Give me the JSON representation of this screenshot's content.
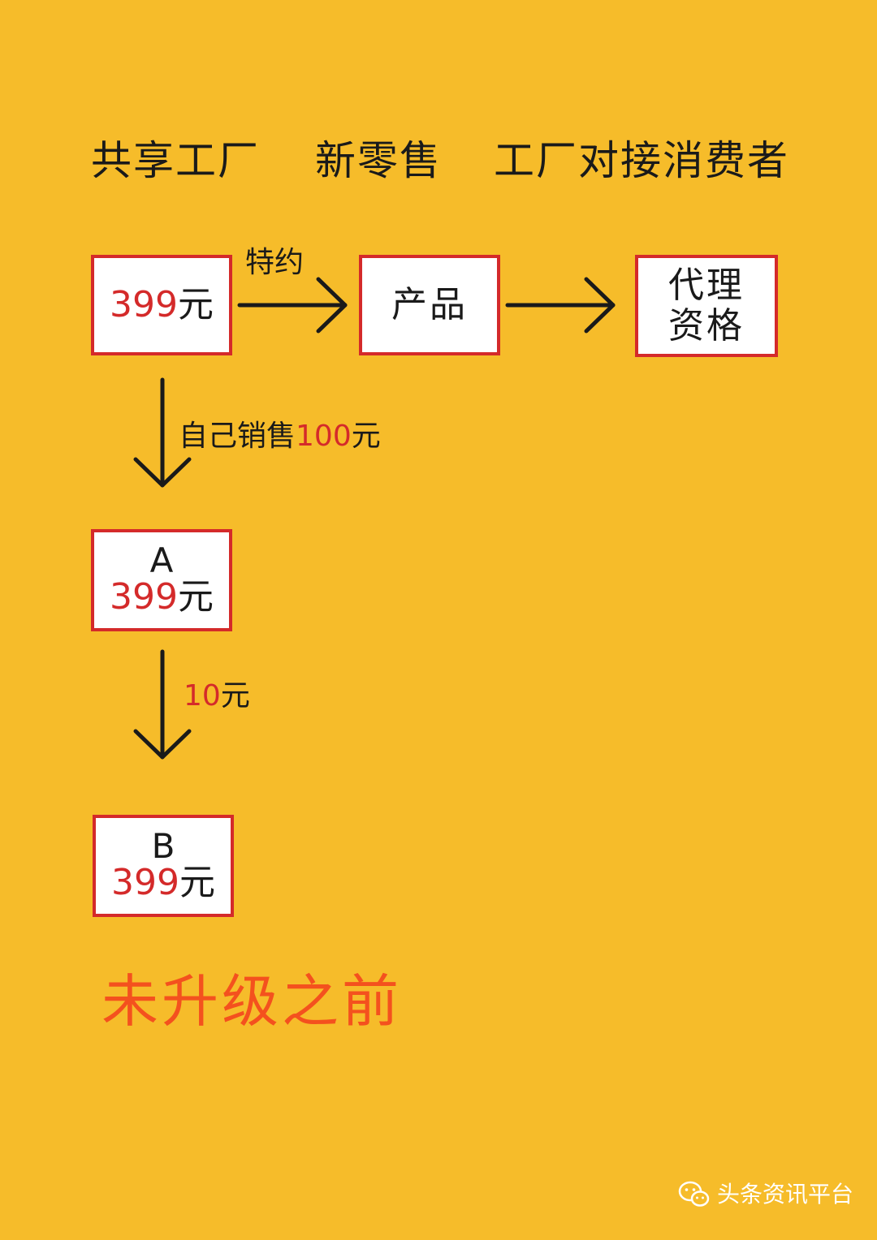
{
  "title": {
    "part1": "共享工厂",
    "part2": "新零售",
    "part3": "工厂对接消费者"
  },
  "nodes": {
    "start": {
      "amount": "399",
      "unit": "元"
    },
    "product": {
      "label": "产品"
    },
    "agent": {
      "line1": "代理",
      "line2": "资格"
    },
    "a": {
      "letter": "A",
      "amount": "399",
      "unit": "元"
    },
    "b": {
      "letter": "B",
      "amount": "399",
      "unit": "元"
    }
  },
  "edges": {
    "start_to_product": {
      "label": "特约"
    },
    "start_to_a": {
      "label_prefix": "自己销售",
      "amount": "100",
      "unit": "元"
    },
    "a_to_b": {
      "amount": "10",
      "unit": "元"
    }
  },
  "footer": {
    "title": "未升级之前"
  },
  "watermark": {
    "text": "头条资讯平台",
    "icon": "wechat-icon"
  },
  "colors": {
    "background": "#F6BC2A",
    "box_border": "#D42A2A",
    "price_red": "#D42A2A",
    "footer_orange": "#F4511E"
  }
}
